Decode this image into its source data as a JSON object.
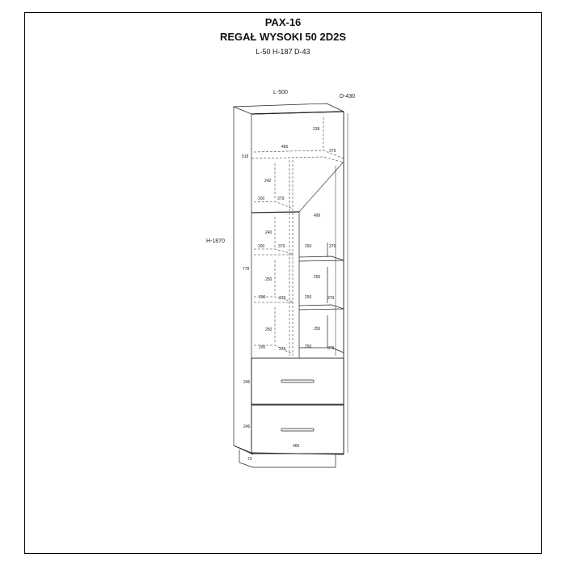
{
  "drawing": {
    "code": "PAX-16",
    "name": "REGAŁ WYSOKI 50 2D2S",
    "dimensions_summary": "L-50 H-187 D-43"
  },
  "overall_dimensions": {
    "width_label": "L-500",
    "depth_label": "D-430",
    "height_label": "H-1870"
  },
  "compartment_dimensions": {
    "top_open_height": "238",
    "top_shelf_width": "466",
    "top_shelf_depth": "379",
    "upper_section_height": "518",
    "left_upper_height": "242",
    "left_upper_width": "200",
    "left_upper_depth": "379",
    "door_height": "496",
    "left_mid_height": "240",
    "left_mid_width": "200",
    "left_mid_depth": "379",
    "right_mid_width": "250",
    "right_mid_depth": "379",
    "middle_section_height": "778",
    "left_lower_height_1": "250",
    "left_lower_width_1": "200",
    "left_lower_depth_1": "379",
    "right_lower_height_1": "250",
    "right_lower_width_1": "250",
    "right_lower_depth_1": "379",
    "left_lower_height_2": "250",
    "left_lower_width_2": "200",
    "left_lower_depth_2": "379",
    "right_lower_height_2": "250",
    "right_lower_width_2": "250",
    "right_lower_depth_2": "379",
    "drawer_1_height": "246",
    "drawer_2_height": "246",
    "drawer_width": "466",
    "plinth_height": "73"
  }
}
